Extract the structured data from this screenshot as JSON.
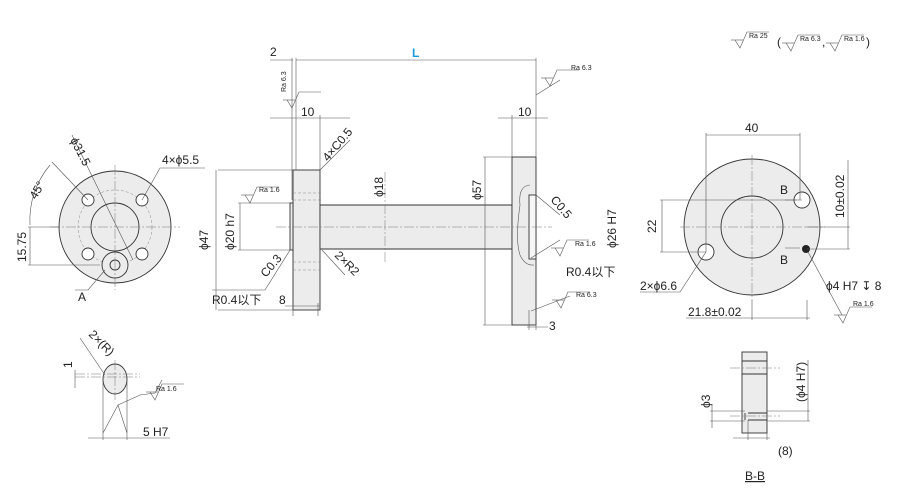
{
  "colors": {
    "part_fill": "#ececec",
    "dimension_highlight": "#1a9be0"
  },
  "roughness_legend": {
    "main": "Ra 25",
    "open_paren": "(",
    "alt1": "Ra 6.3",
    "comma": ",",
    "alt2": "Ra 1.6",
    "close_paren": ")"
  },
  "front_view": {
    "pcd": "ϕ31.5",
    "holes": "4×ϕ5.5",
    "angle": "45°",
    "offset": "15.75",
    "section_label": "A"
  },
  "side_view": {
    "length": "L",
    "step": "2",
    "left_flange_width": "10",
    "right_flange_width": "10",
    "left_flange_dia": "ϕ47",
    "spigot_dia": "ϕ20 h7",
    "shaft_dia": "ϕ18",
    "right_flange_dia": "ϕ57",
    "left_chamfer": "4×C0.5",
    "right_chamfer": "C0.5",
    "bore_dia": "ϕ26 H7",
    "right_radius": "R0.4以下",
    "recess_depth": "3",
    "spigot_chamfer": "C0.3",
    "fillets": "2×R2",
    "left_radius": "R0.4以下",
    "hole_depth": "8",
    "ra_top_right": "Ra 6.3",
    "ra_spigot": "Ra 1.6",
    "ra_face": "Ra 6.3",
    "ra_bore": "Ra 1.6",
    "ra_recess": "Ra 6.3"
  },
  "rear_view": {
    "span": "40",
    "b_top": "B",
    "b_bottom": "B",
    "vertical_span": "22",
    "pin_offset": "10±0.02",
    "holes": "2×ϕ6.6",
    "pin_hole": "ϕ4 H7 ↧ 8",
    "ra_pin": "Ra 1.6",
    "horizontal_offset": "21.8±0.02"
  },
  "detail_a": {
    "radius": "2×(R)",
    "flat": "1",
    "ra": "Ra 1.6",
    "width": "5 H7"
  },
  "section_bb": {
    "small_dia": "ϕ3",
    "pin_dia": "(ϕ4 H7)",
    "depth": "(8)",
    "title": "B-B"
  }
}
